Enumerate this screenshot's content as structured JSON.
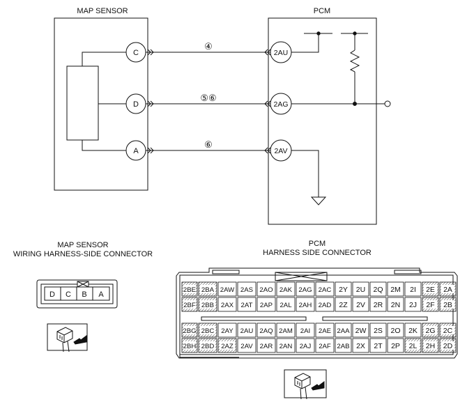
{
  "title_map_sensor": "MAP SENSOR",
  "title_pcm": "PCM",
  "sensor_pins": {
    "C": "C",
    "D": "D",
    "A": "A"
  },
  "pcm_pins": {
    "c": "2AU",
    "d": "2AG",
    "a": "2AV"
  },
  "wire_marks": {
    "c": "④",
    "d": "⑤⑥",
    "a": "⑥"
  },
  "map_connector_title": [
    "MAP SENSOR",
    "WIRING HARNESS-SIDE CONNECTOR"
  ],
  "map_connector_pins": [
    "D",
    "C",
    "B",
    "A"
  ],
  "pcm_connector_title": [
    "PCM",
    "HARNESS SIDE CONNECTOR"
  ],
  "pcm_rows": [
    [
      "2BE",
      "2BA",
      "2AW",
      "2AS",
      "2AO",
      "2AK",
      "2AG",
      "2AC",
      "2Y",
      "2U",
      "2Q",
      "2M",
      "2I",
      "2E",
      "2A"
    ],
    [
      "2BF",
      "2BB",
      "2AX",
      "2AT",
      "2AP",
      "2AL",
      "2AH",
      "2AD",
      "2Z",
      "2V",
      "2R",
      "2N",
      "2J",
      "2F",
      "2B"
    ],
    [
      "2BG",
      "2BC",
      "2AY",
      "2AU",
      "2AQ",
      "2AM",
      "2AI",
      "2AE",
      "2AA",
      "2W",
      "2S",
      "2O",
      "2K",
      "2G",
      "2C"
    ],
    [
      "2BH",
      "2BD",
      "2AZ",
      "2AV",
      "2AR",
      "2AN",
      "2AJ",
      "2AF",
      "2AB",
      "2X",
      "2T",
      "2P",
      "2L",
      "2H",
      "2D"
    ]
  ]
}
